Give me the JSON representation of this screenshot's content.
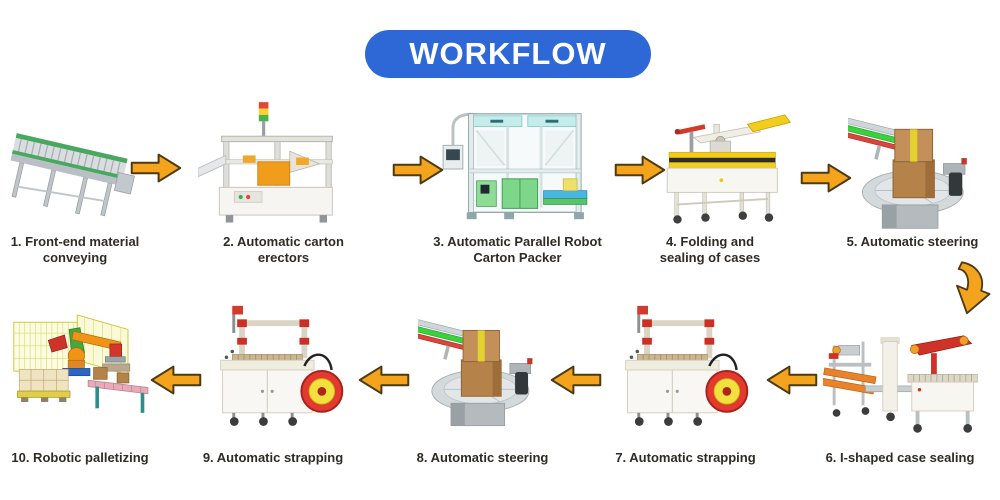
{
  "title": {
    "label": "WORKFLOW"
  },
  "colors": {
    "title_bg": "#2D68D6",
    "title_fg": "#FFFFFF",
    "arrow_fill": "#F4A41C",
    "arrow_outline": "#4B3A12",
    "label_text": "#2F2B26"
  },
  "steps": [
    {
      "num": 1,
      "label": "1. Front-end material conveying",
      "machine": "belt-conveyor"
    },
    {
      "num": 2,
      "label": "2. Automatic carton erectors",
      "machine": "carton-erector"
    },
    {
      "num": 3,
      "label": "3. Automatic Parallel Robot Carton Packer",
      "machine": "parallel-robot-carton-packer"
    },
    {
      "num": 4,
      "label": "4. Folding and sealing of cases",
      "machine": "case-folding-sealing-machine"
    },
    {
      "num": 5,
      "label": "5. Automatic steering",
      "machine": "rotary-steering-table"
    },
    {
      "num": 6,
      "label": "6. I-shaped case sealing",
      "machine": "i-shaped-case-sealer"
    },
    {
      "num": 7,
      "label": "7. Automatic strapping",
      "machine": "strapping-machine"
    },
    {
      "num": 8,
      "label": "8. Automatic steering",
      "machine": "rotary-steering-table"
    },
    {
      "num": 9,
      "label": "9. Automatic strapping",
      "machine": "strapping-machine"
    },
    {
      "num": 10,
      "label": "10. Robotic palletizing",
      "machine": "robotic-palletizer"
    }
  ]
}
